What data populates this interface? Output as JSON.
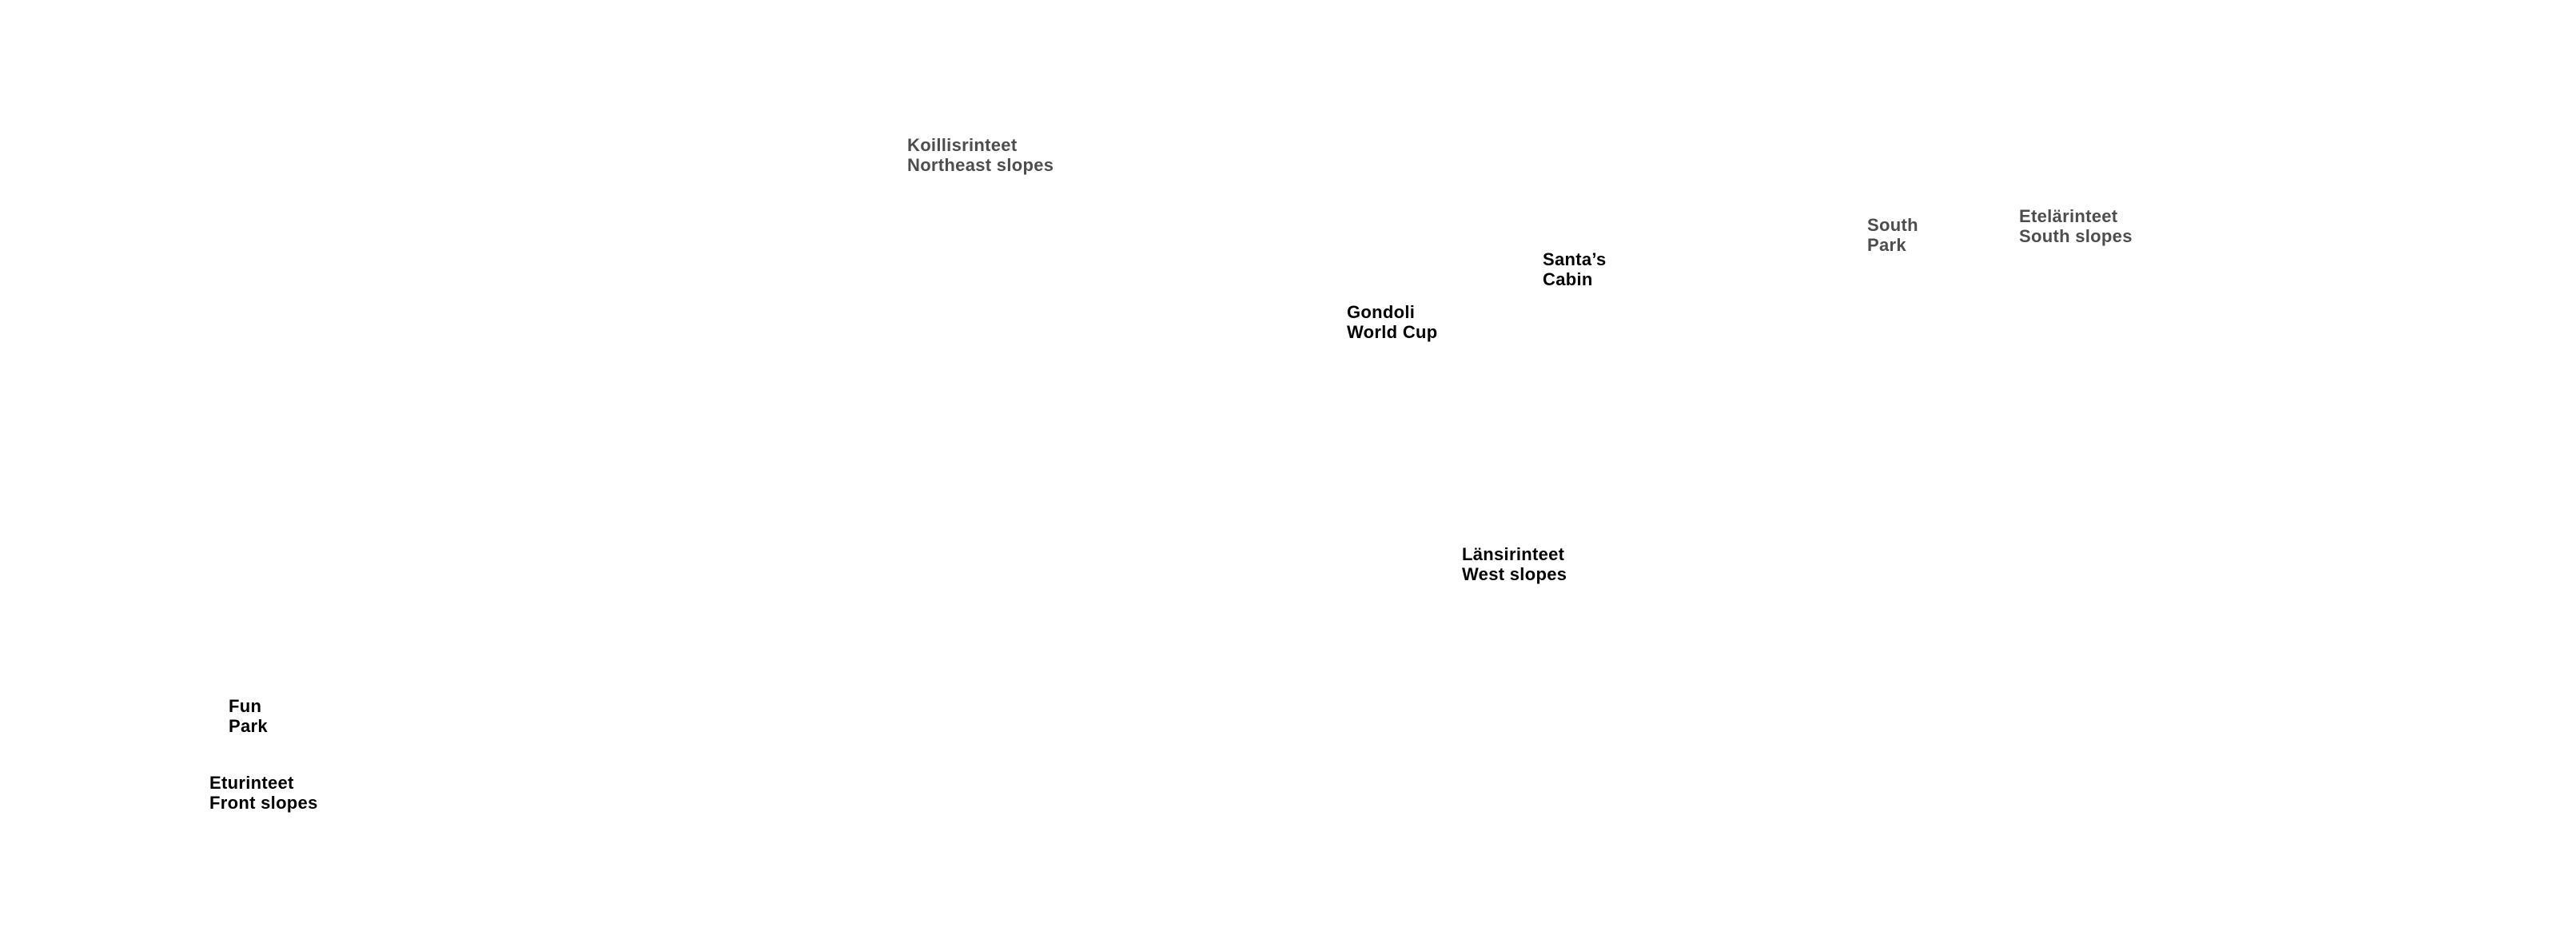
{
  "colors": {
    "primary_label": "#000000",
    "secondary_label": "#4d4d4d"
  },
  "labels": {
    "northeast": {
      "line1": "Koillisrinteet",
      "line2": "Northeast slopes"
    },
    "gondoli": {
      "line1": "Gondoli",
      "line2": "World Cup"
    },
    "santas_cabin": {
      "line1": "Santa’s",
      "line2": "Cabin"
    },
    "south_park": {
      "line1": "South",
      "line2": "Park"
    },
    "south": {
      "line1": "Etelärinteet",
      "line2": "South slopes"
    },
    "west": {
      "line1": "Länsirinteet",
      "line2": "West slopes"
    },
    "fun_park": {
      "line1": "Fun",
      "line2": "Park"
    },
    "front": {
      "line1": "Eturinteet",
      "line2": "Front slopes"
    }
  }
}
